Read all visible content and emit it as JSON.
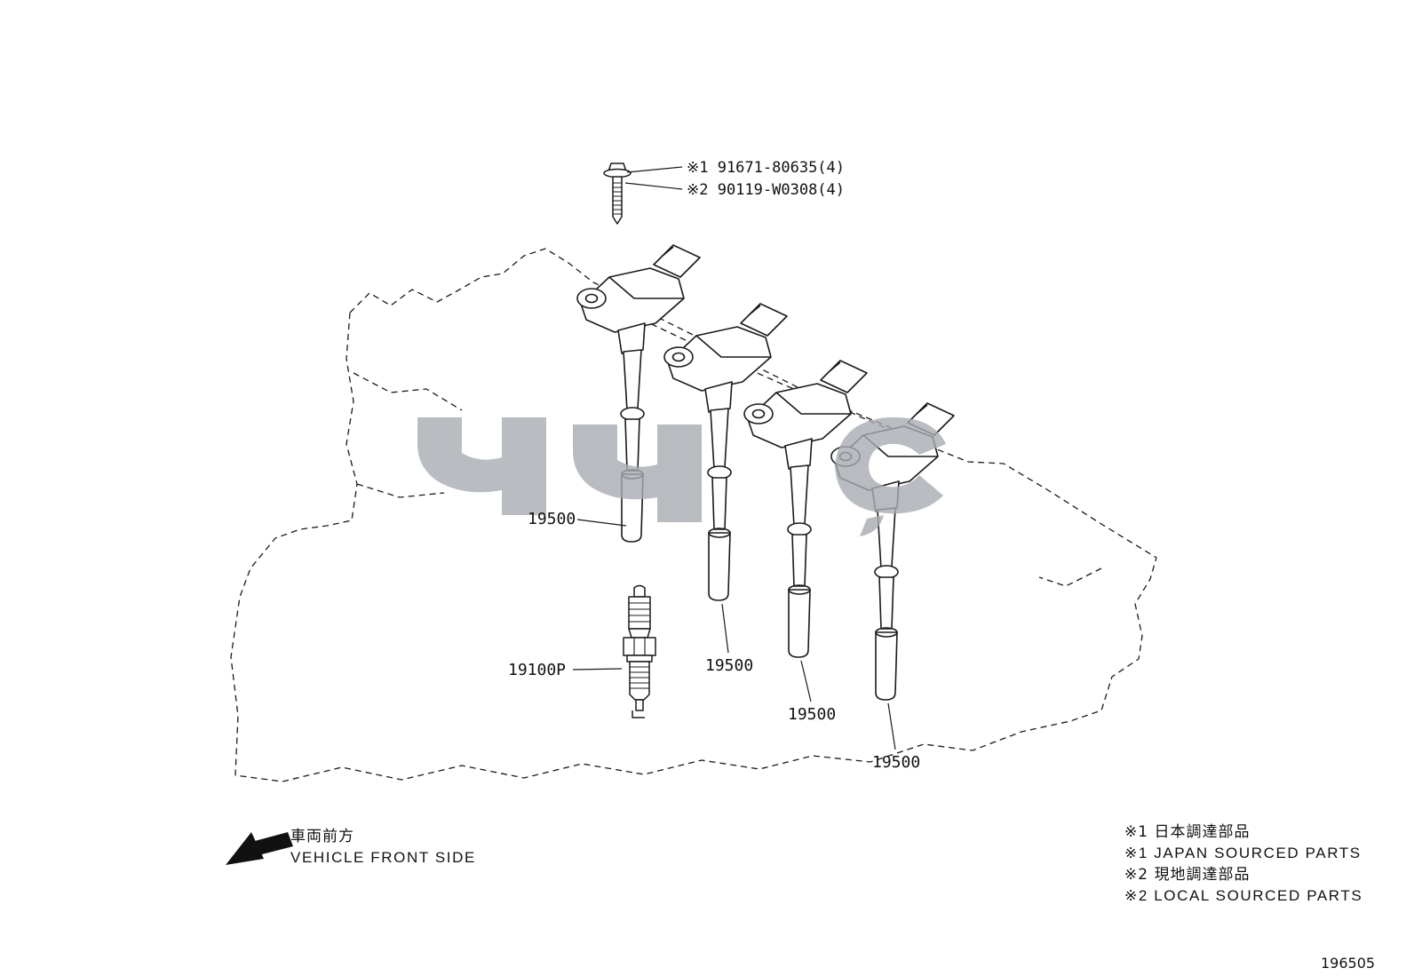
{
  "page": {
    "number": "196505"
  },
  "callouts": {
    "bolt_ref1": "※1 91671-80635(4)",
    "bolt_ref2": "※2 90119-W0308(4)",
    "coil1": "19500",
    "coil2": "19500",
    "coil3": "19500",
    "coil4": "19500",
    "spark_plug": "19100P"
  },
  "orientation": {
    "front_jp": "車両前方",
    "front_en": "VEHICLE FRONT SIDE"
  },
  "notes": [
    "※1 日本調達部品",
    "※1 JAPAN SOURCED PARTS",
    "※2 現地調達部品",
    "※2 LOCAL SOURCED PARTS"
  ],
  "colors": {
    "line": "#1a1a1a",
    "watermark": "#a7abb1",
    "background": "#ffffff"
  }
}
